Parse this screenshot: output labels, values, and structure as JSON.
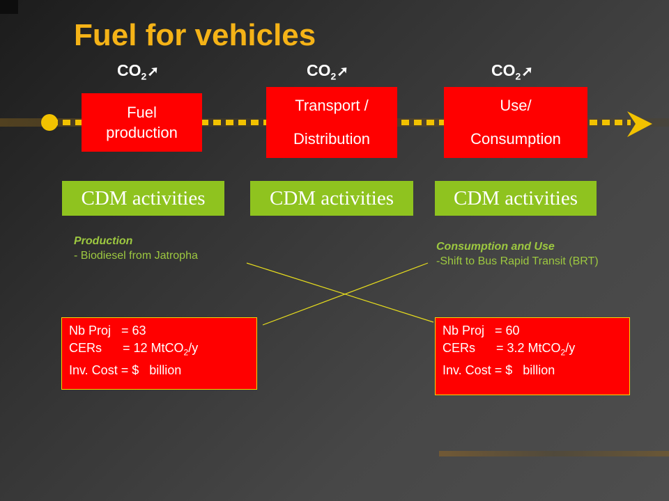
{
  "slide": {
    "title": "Fuel for vehicles",
    "co2_label": "CO",
    "co2_subscript": "2",
    "co2_arrow": "➚",
    "stages": [
      {
        "line1": "Fuel",
        "line2": "production"
      },
      {
        "line1": "Transport /",
        "line2": "Distribution"
      },
      {
        "line1": "Use/",
        "line2": "Consumption"
      }
    ],
    "cdm_label": "CDM activities",
    "left_note": {
      "heading": "Production",
      "item": "- Biodiesel from Jatropha"
    },
    "right_note": {
      "heading": "Consumption and Use",
      "item": "-Shift to Bus Rapid Transit (BRT)"
    },
    "left_stats": {
      "nb_proj": "Nb Proj   = 63",
      "cers_prefix": "CERs      = 12 MtCO",
      "cers_sub": "2",
      "cers_suffix": "/y",
      "inv_cost": "Inv. Cost = $   billion"
    },
    "right_stats": {
      "nb_proj": "Nb Proj   = 60",
      "cers_prefix": "CERs      = 3.2 MtCO",
      "cers_sub": "2",
      "cers_suffix": "/y",
      "inv_cost": "Inv. Cost = $   billion"
    },
    "colors": {
      "title": "#f5b317",
      "stage_box": "#ff0000",
      "cdm_box": "#8fc31f",
      "timeline": "#f2c200",
      "note_text": "#9dc840",
      "connector": "#e6dc1e"
    }
  }
}
